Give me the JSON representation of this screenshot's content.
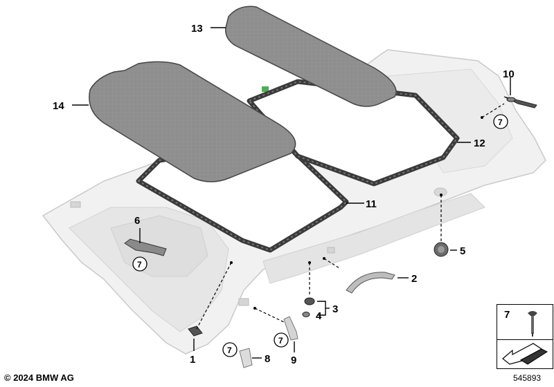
{
  "copyright": "© 2024 BMW AG",
  "diagram_id": "545893",
  "callouts": [
    {
      "id": "c1",
      "label": "1"
    },
    {
      "id": "c2",
      "label": "2"
    },
    {
      "id": "c3",
      "label": "3"
    },
    {
      "id": "c4",
      "label": "4"
    },
    {
      "id": "c5",
      "label": "5"
    },
    {
      "id": "c6",
      "label": "6"
    },
    {
      "id": "c8",
      "label": "8"
    },
    {
      "id": "c9",
      "label": "9"
    },
    {
      "id": "c10",
      "label": "10"
    },
    {
      "id": "c11",
      "label": "11"
    },
    {
      "id": "c12",
      "label": "12"
    },
    {
      "id": "c13",
      "label": "13"
    },
    {
      "id": "c14",
      "label": "14"
    }
  ],
  "circled_label": "7",
  "legend": {
    "part_number": "7"
  }
}
